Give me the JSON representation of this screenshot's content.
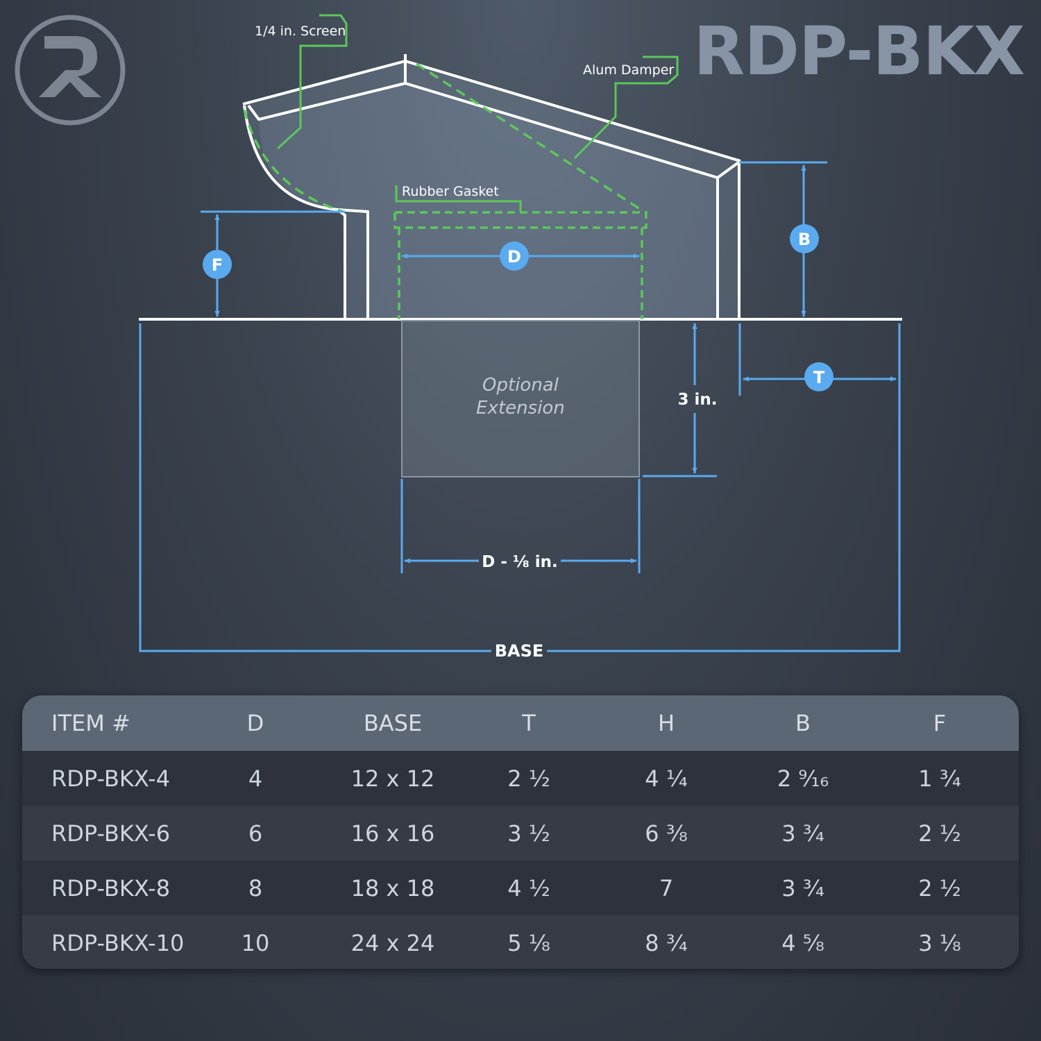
{
  "brand": {
    "title": "RDP-BKX",
    "logo_icon": "r-logo-icon"
  },
  "labels": {
    "screen": "1/4 in. Screen",
    "damper": "Alum Damper",
    "gasket": "Rubber Gasket",
    "extension_line1": "Optional",
    "extension_line2": "Extension",
    "three_in": "3 in.",
    "d_minus": "D - ⅛ in.",
    "base": "BASE"
  },
  "markers": {
    "d": "D",
    "b": "B",
    "f": "F",
    "t": "T"
  },
  "colors": {
    "dimension": "#5aaaf0",
    "callout": "#5cc85a",
    "outline": "#ffffff",
    "title": "#8794a6"
  },
  "table": {
    "headers": [
      "ITEM #",
      "D",
      "BASE",
      "T",
      "H",
      "B",
      "F"
    ],
    "rows": [
      [
        "RDP-BKX-4",
        "4",
        "12 x 12",
        "2 ¹⁄₂",
        "4 ¹⁄₄",
        "2 ⁹⁄₁₆",
        "1 ³⁄₄"
      ],
      [
        "RDP-BKX-6",
        "6",
        "16 x 16",
        "3 ¹⁄₂",
        "6 ³⁄₈",
        "3 ³⁄₄",
        "2 ¹⁄₂"
      ],
      [
        "RDP-BKX-8",
        "8",
        "18 x 18",
        "4 ¹⁄₂",
        "7",
        "3 ³⁄₄",
        "2 ¹⁄₂"
      ],
      [
        "RDP-BKX-10",
        "10",
        "24 x 24",
        "5 ¹⁄₈",
        "8 ³⁄₄",
        "4 ⁵⁄₈",
        "3 ¹⁄₈"
      ]
    ]
  }
}
